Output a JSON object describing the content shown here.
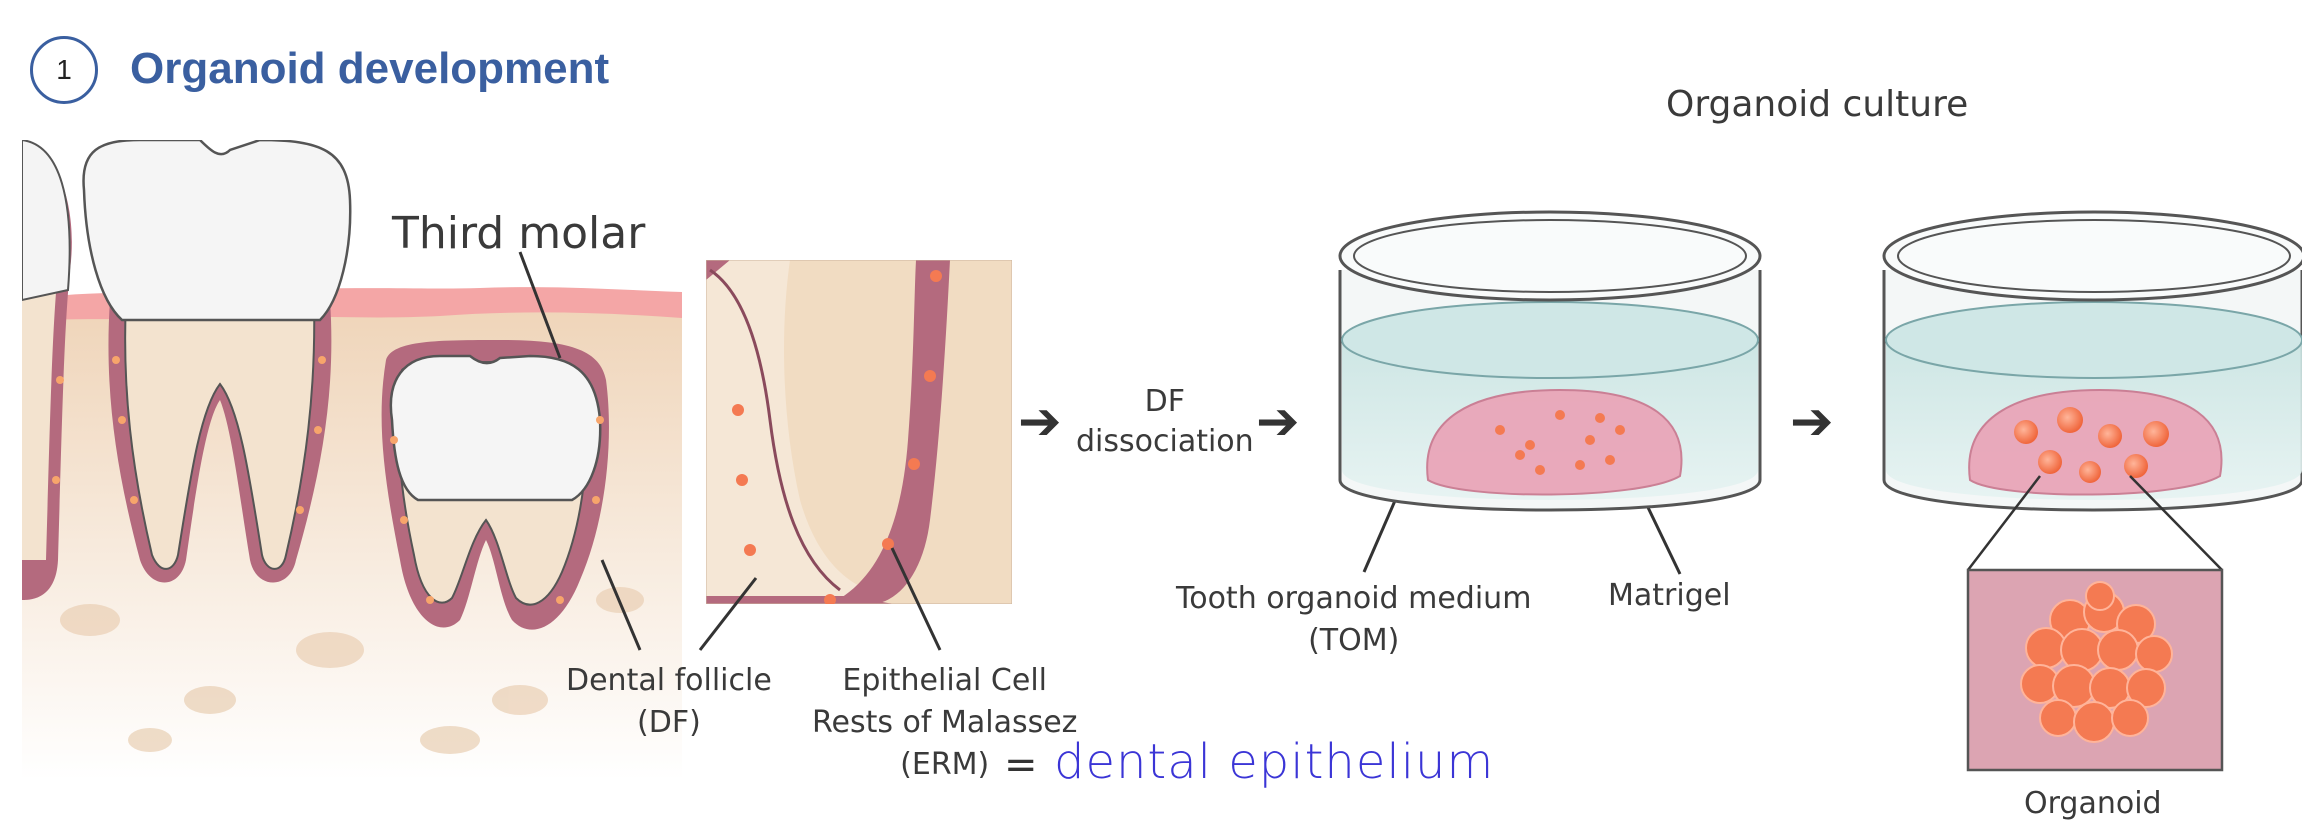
{
  "header": {
    "step_number": "1",
    "title": "Organoid development"
  },
  "labels": {
    "third_molar": "Third molar",
    "organoid_culture": "Organoid culture",
    "df_line1": "DF",
    "df_line2": "dissociation",
    "tom_line1": "Tooth organoid medium",
    "tom_line2": "(TOM)",
    "matrigel": "Matrigel",
    "dental_follicle_line1": "Dental follicle",
    "dental_follicle_line2": "(DF)",
    "erm_line1": "Epithelial Cell",
    "erm_line2": "Rests of Malassez",
    "erm_line3": "(ERM)",
    "equals": "=",
    "dental_epithelium": "dental epithelium",
    "organoid": "Organoid"
  },
  "arrows": {
    "symbol": "➔"
  },
  "colors": {
    "accent": "#3a5fa0",
    "handwriting": "#3b35d6",
    "gum": "#f3a3a3",
    "follicle": "#b46a7e",
    "bone": "#f2dcc4",
    "tooth": "#f4f4f4",
    "dish_liquid": "#cfe7e6",
    "matrigel": "#eaa2b6",
    "organoid": "#f47a52"
  }
}
